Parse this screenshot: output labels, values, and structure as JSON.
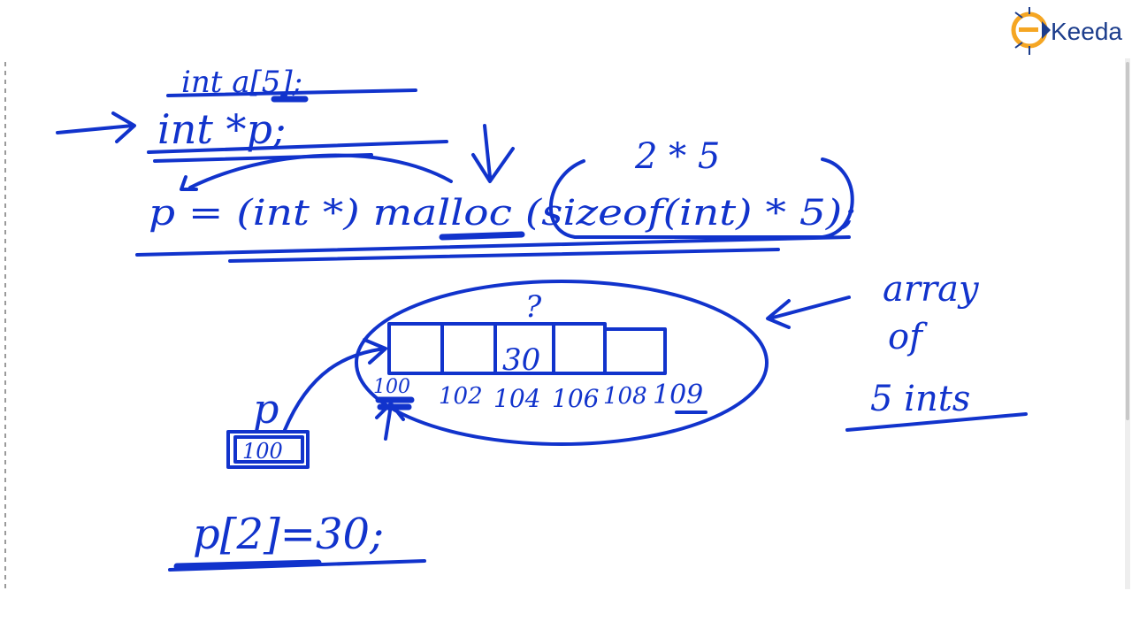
{
  "logo": {
    "brand": "Keeda",
    "initial": "E",
    "accent_color": "#f5a623",
    "text_color": "#1c3d8c"
  },
  "ink_color": "#1133cc",
  "code": {
    "line1": "int a[5];",
    "line2": "int *p;",
    "line3": "p = (int *) malloc (sizeof(int) * 5);",
    "annotation": "2 * 5"
  },
  "memory": {
    "question_mark": "?",
    "cells": [
      "",
      "",
      "30",
      "",
      ""
    ],
    "addresses": [
      "100",
      "102",
      "104",
      "106",
      "108",
      "109"
    ],
    "pointer_label": "p",
    "pointer_value": "100"
  },
  "side_note": {
    "line1": "array",
    "line2": "of",
    "line3": "5 ints"
  },
  "assignment": "p[2]=30;"
}
